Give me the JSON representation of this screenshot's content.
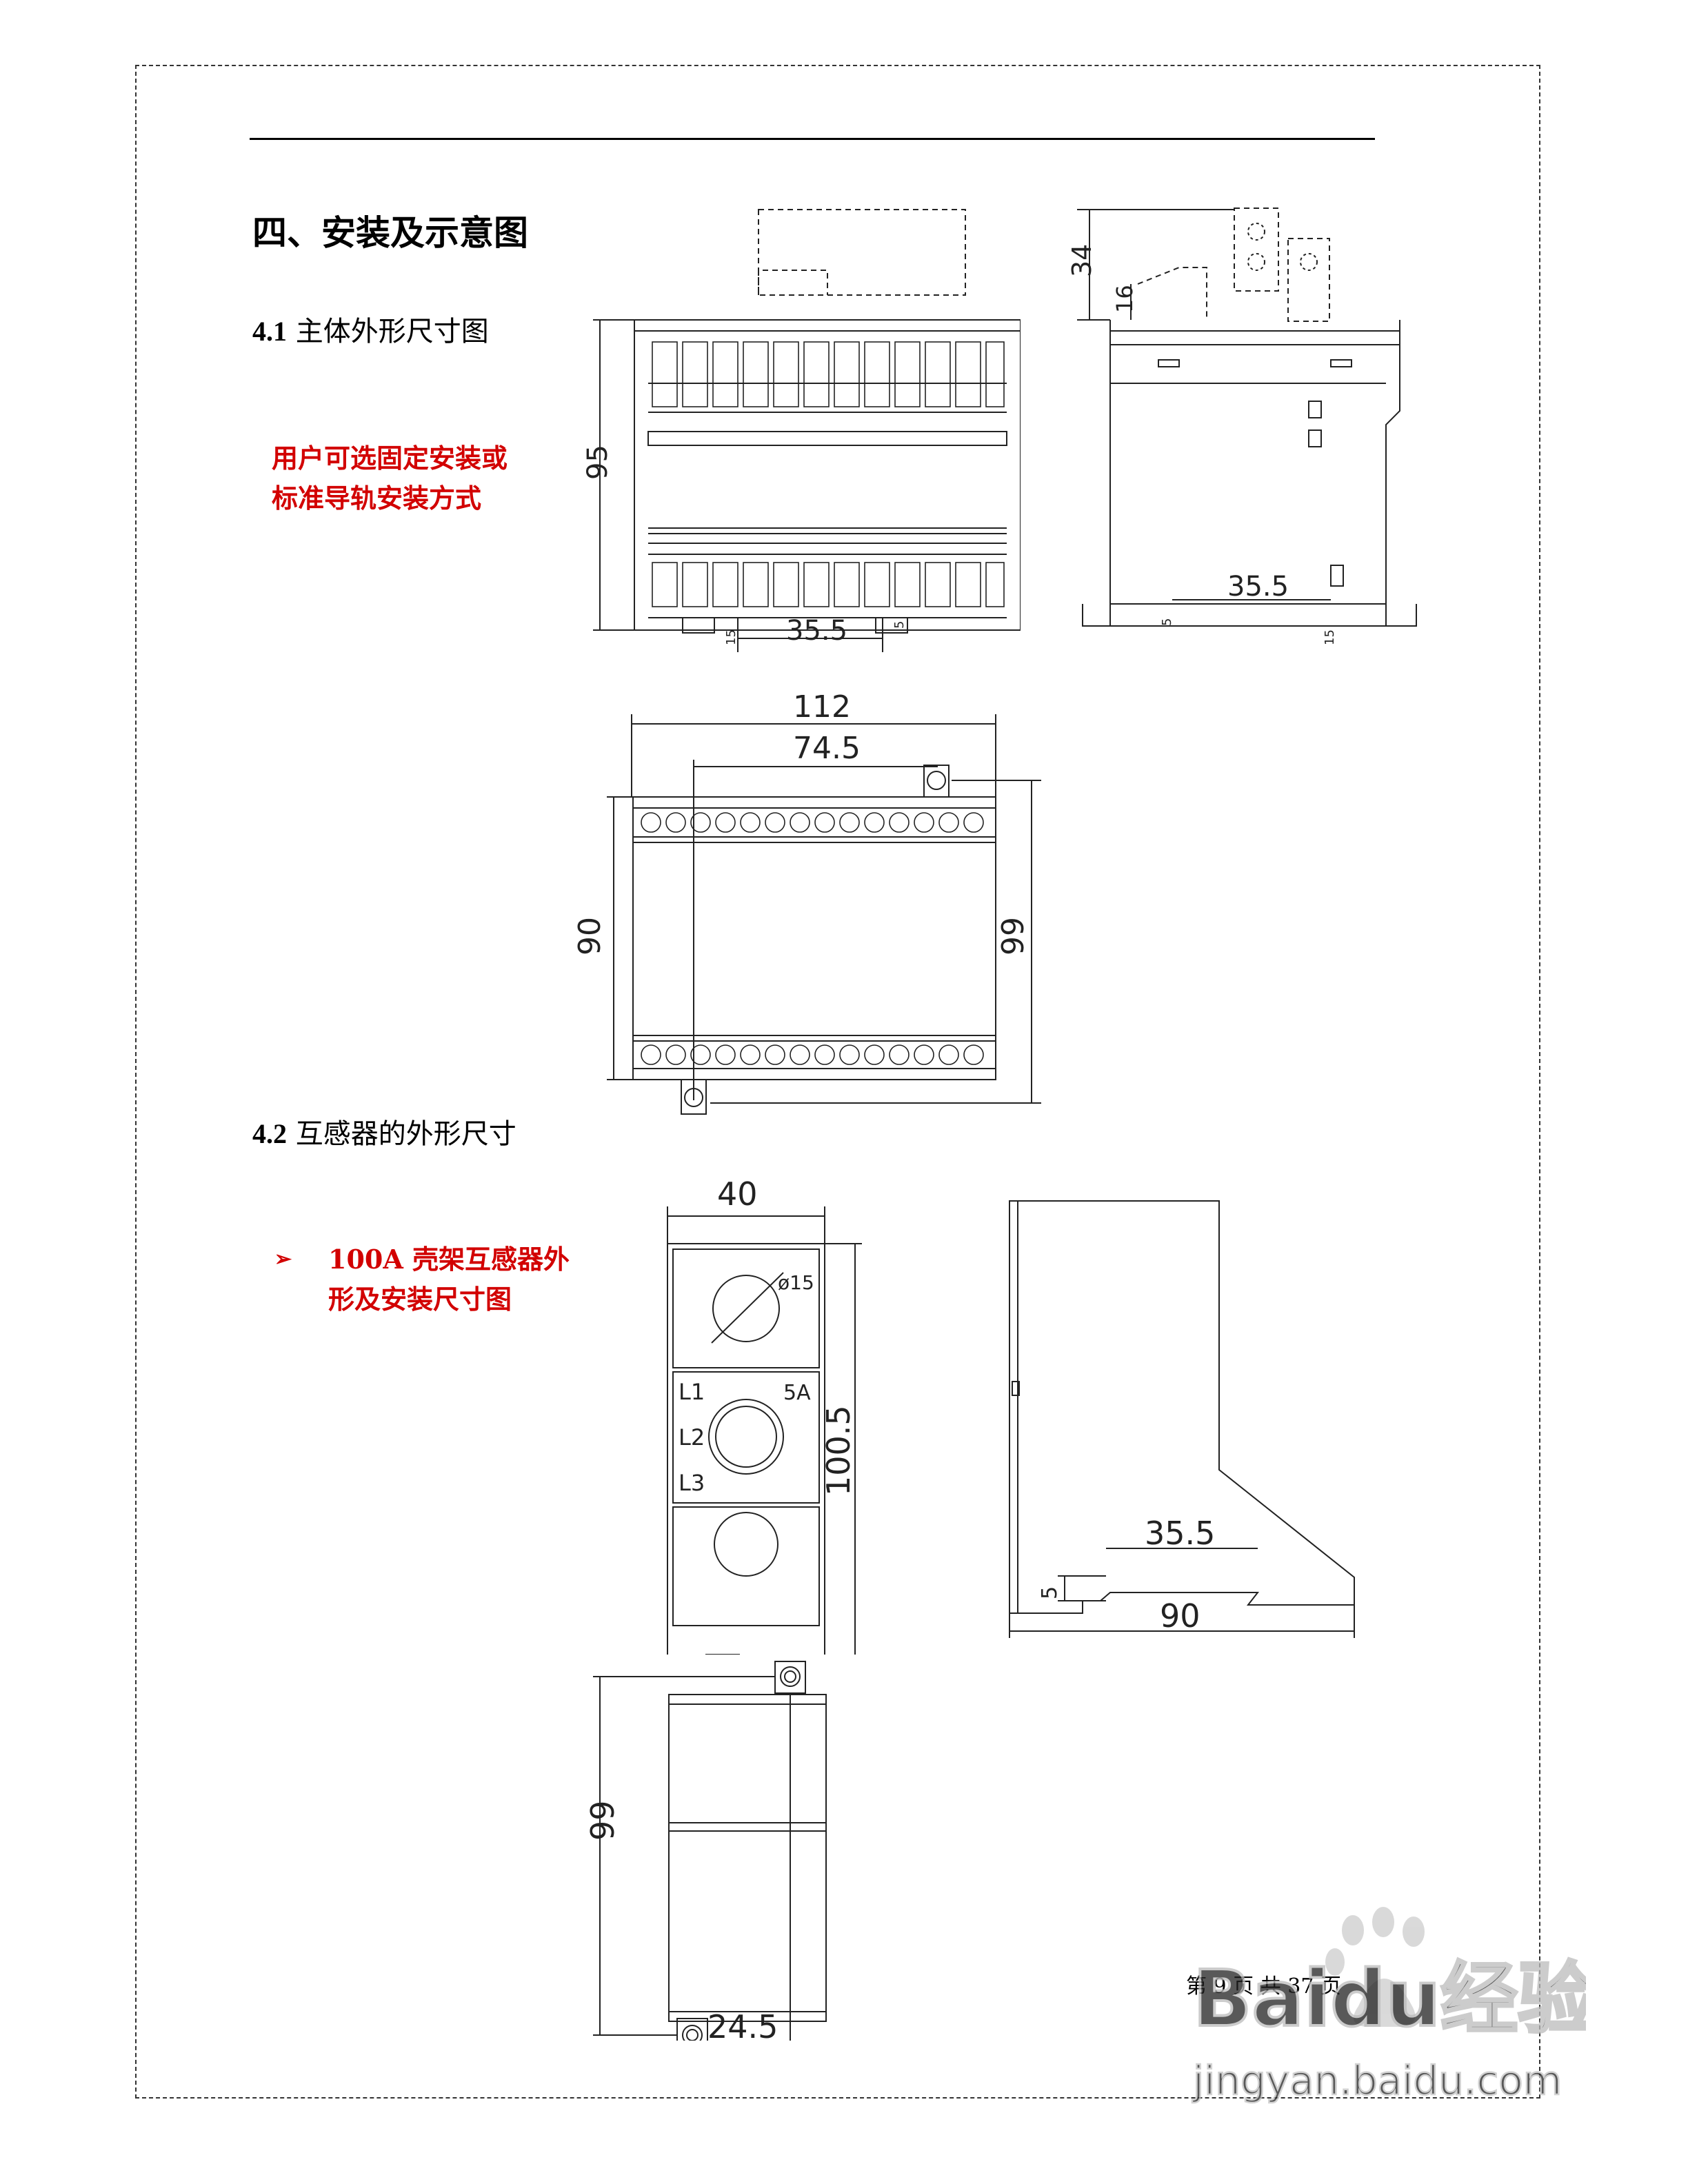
{
  "section_title": "四、安装及示意图",
  "sub1": {
    "number": "4.1",
    "title": "主体外形尺寸图"
  },
  "note1": {
    "line1": "用户可选固定安装或",
    "line2": "标准导轨安装方式"
  },
  "sub2": {
    "number": "4.2",
    "title": "互感器的外形尺寸"
  },
  "note2": {
    "bullet": "➢",
    "line1": "100A 壳架互感器外",
    "line2": "形及安装尺寸图"
  },
  "dims_main_front": {
    "height": "95",
    "rail": "35.5",
    "small_a": "15",
    "small_b": "5"
  },
  "dims_main_side": {
    "top": "34",
    "top2": "16",
    "rail": "35.5",
    "small_a": "5",
    "small_b": "15"
  },
  "dims_main_top": {
    "width": "112",
    "hole": "74.5",
    "left": "90",
    "right": "99"
  },
  "dims_ct_front": {
    "width": "40",
    "dia": "ø15",
    "height": "100.5",
    "l1": "L1",
    "l2": "L2",
    "l3": "L3",
    "rating": "5A"
  },
  "dims_ct_side": {
    "rail": "35.5",
    "small": "5",
    "depth": "90"
  },
  "dims_ct_top": {
    "height": "99",
    "width": "24.5"
  },
  "footer": {
    "page": "第 9 页 共 37 页"
  },
  "watermark": {
    "brand": "Baidu经验",
    "url": "jingyan.baidu.com"
  }
}
